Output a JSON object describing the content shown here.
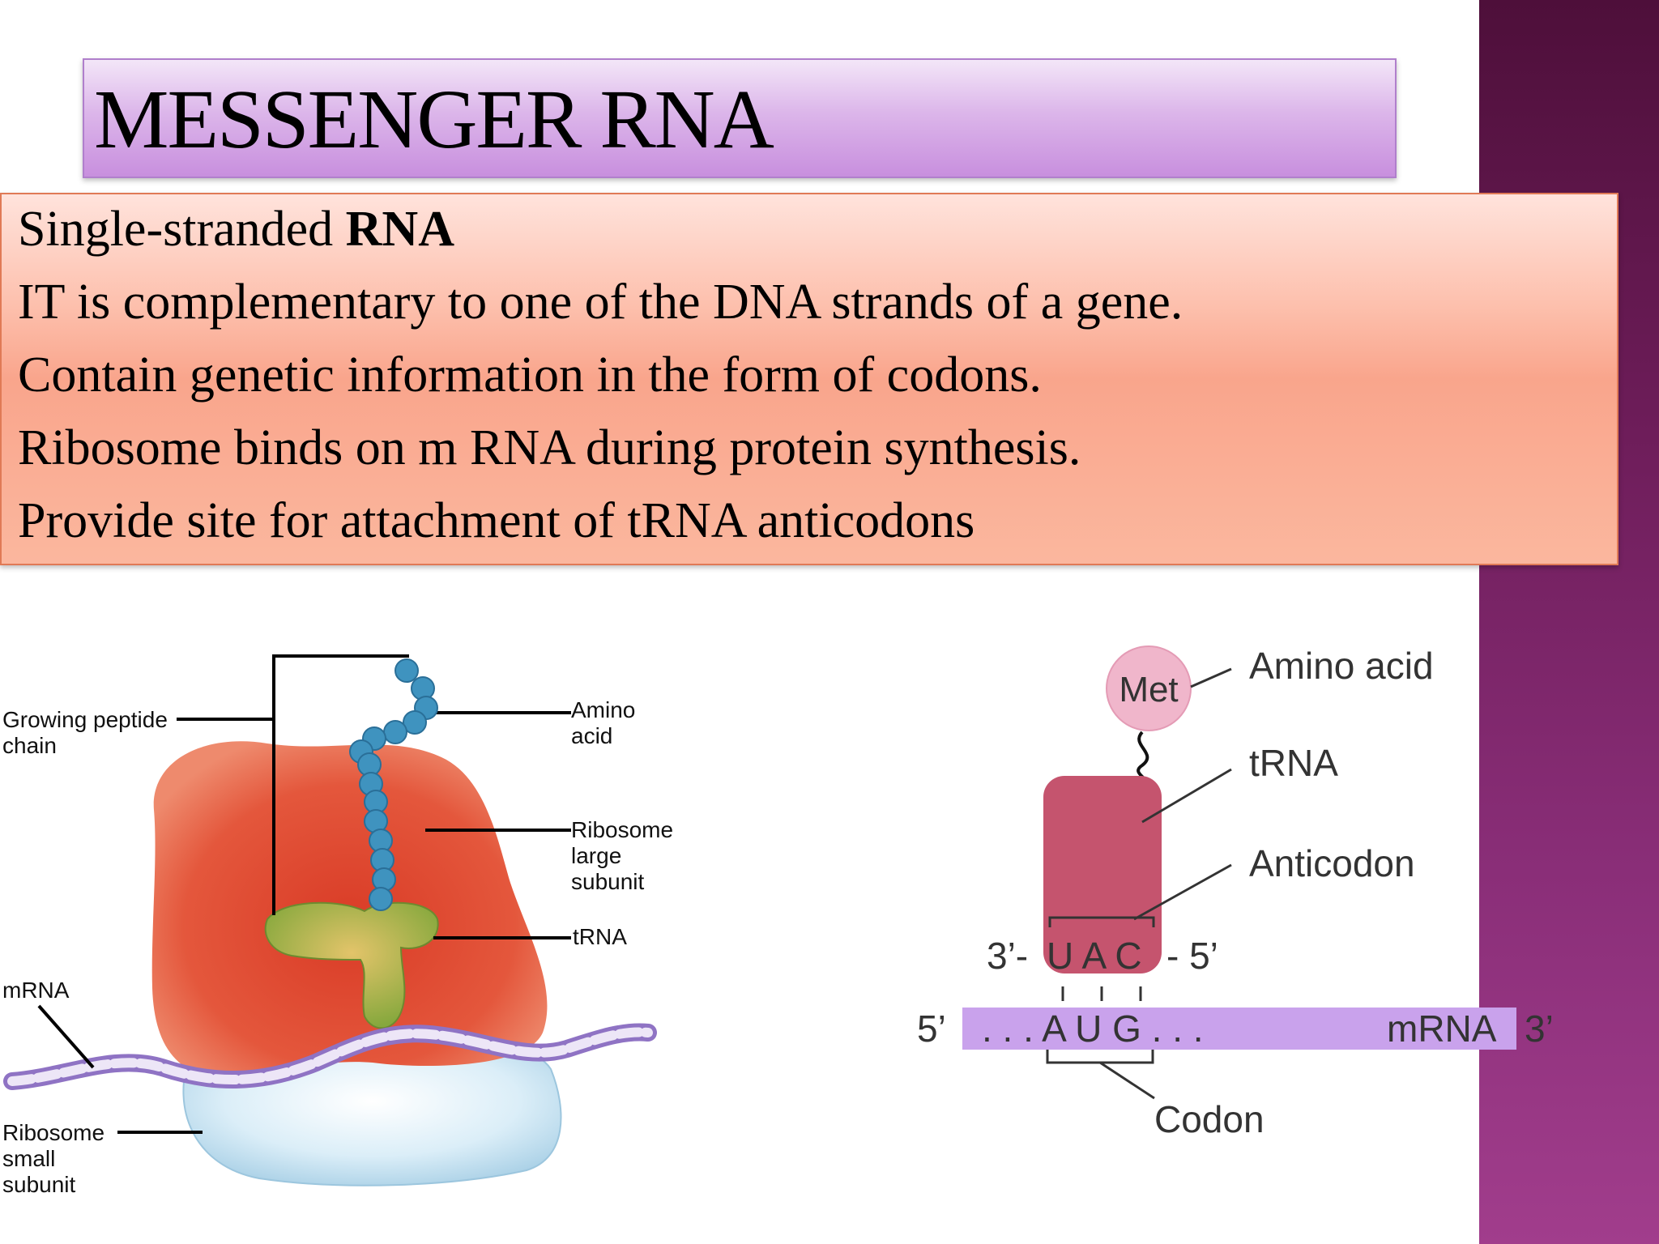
{
  "slide": {
    "title": "Messenger RNA",
    "bullets": [
      {
        "text": "Single-stranded ",
        "bold": "RNA"
      },
      {
        "text": "IT is complementary to one of the DNA strands of a gene.",
        "bold": ""
      },
      {
        "text": "Contain genetic information in the form of codons.",
        "bold": ""
      },
      {
        "text": "Ribosome binds on m RNA during protein synthesis.",
        "bold": ""
      },
      {
        "text": "Provide site for attachment of tRNA anticodons",
        "bold": ""
      }
    ]
  },
  "ribosome_figure": {
    "labels": {
      "peptide_1": "Growing peptide",
      "peptide_2": "chain",
      "amino_1": "Amino",
      "amino_2": "acid",
      "large_1": "Ribosome",
      "large_2": "large",
      "large_3": "subunit",
      "trna": "tRNA",
      "mrna": "mRNA",
      "small_1": "Ribosome",
      "small_2": "small",
      "small_3": "subunit"
    }
  },
  "codon_figure": {
    "met": "Met",
    "amino_acid": "Amino acid",
    "trna": "tRNA",
    "anticodon_label": "Anticodon",
    "anticodon_left": "3’-",
    "anticodon_bases": "U A C",
    "anticodon_right": "- 5’",
    "mrna_left": "5’",
    "codon_bases": ". . . A U G . . .",
    "mrna_label": "mRNA",
    "mrna_right": "3’",
    "codon_label": "Codon"
  },
  "colors": {
    "sidebar": "#6e1d5a",
    "title_fill": "#dcb6ea",
    "bullet_fill": "#f9a58c",
    "ribosome_large": "#e2533a",
    "ribosome_small": "#cfe6f3",
    "trna_green": "#8fae45",
    "amino_bead": "#3f93bf",
    "mrna_strand": "#bba7dc",
    "trna_box": "#c5546e",
    "met_circle": "#f0b6cb",
    "mrna_bar": "#c9a2ec"
  }
}
